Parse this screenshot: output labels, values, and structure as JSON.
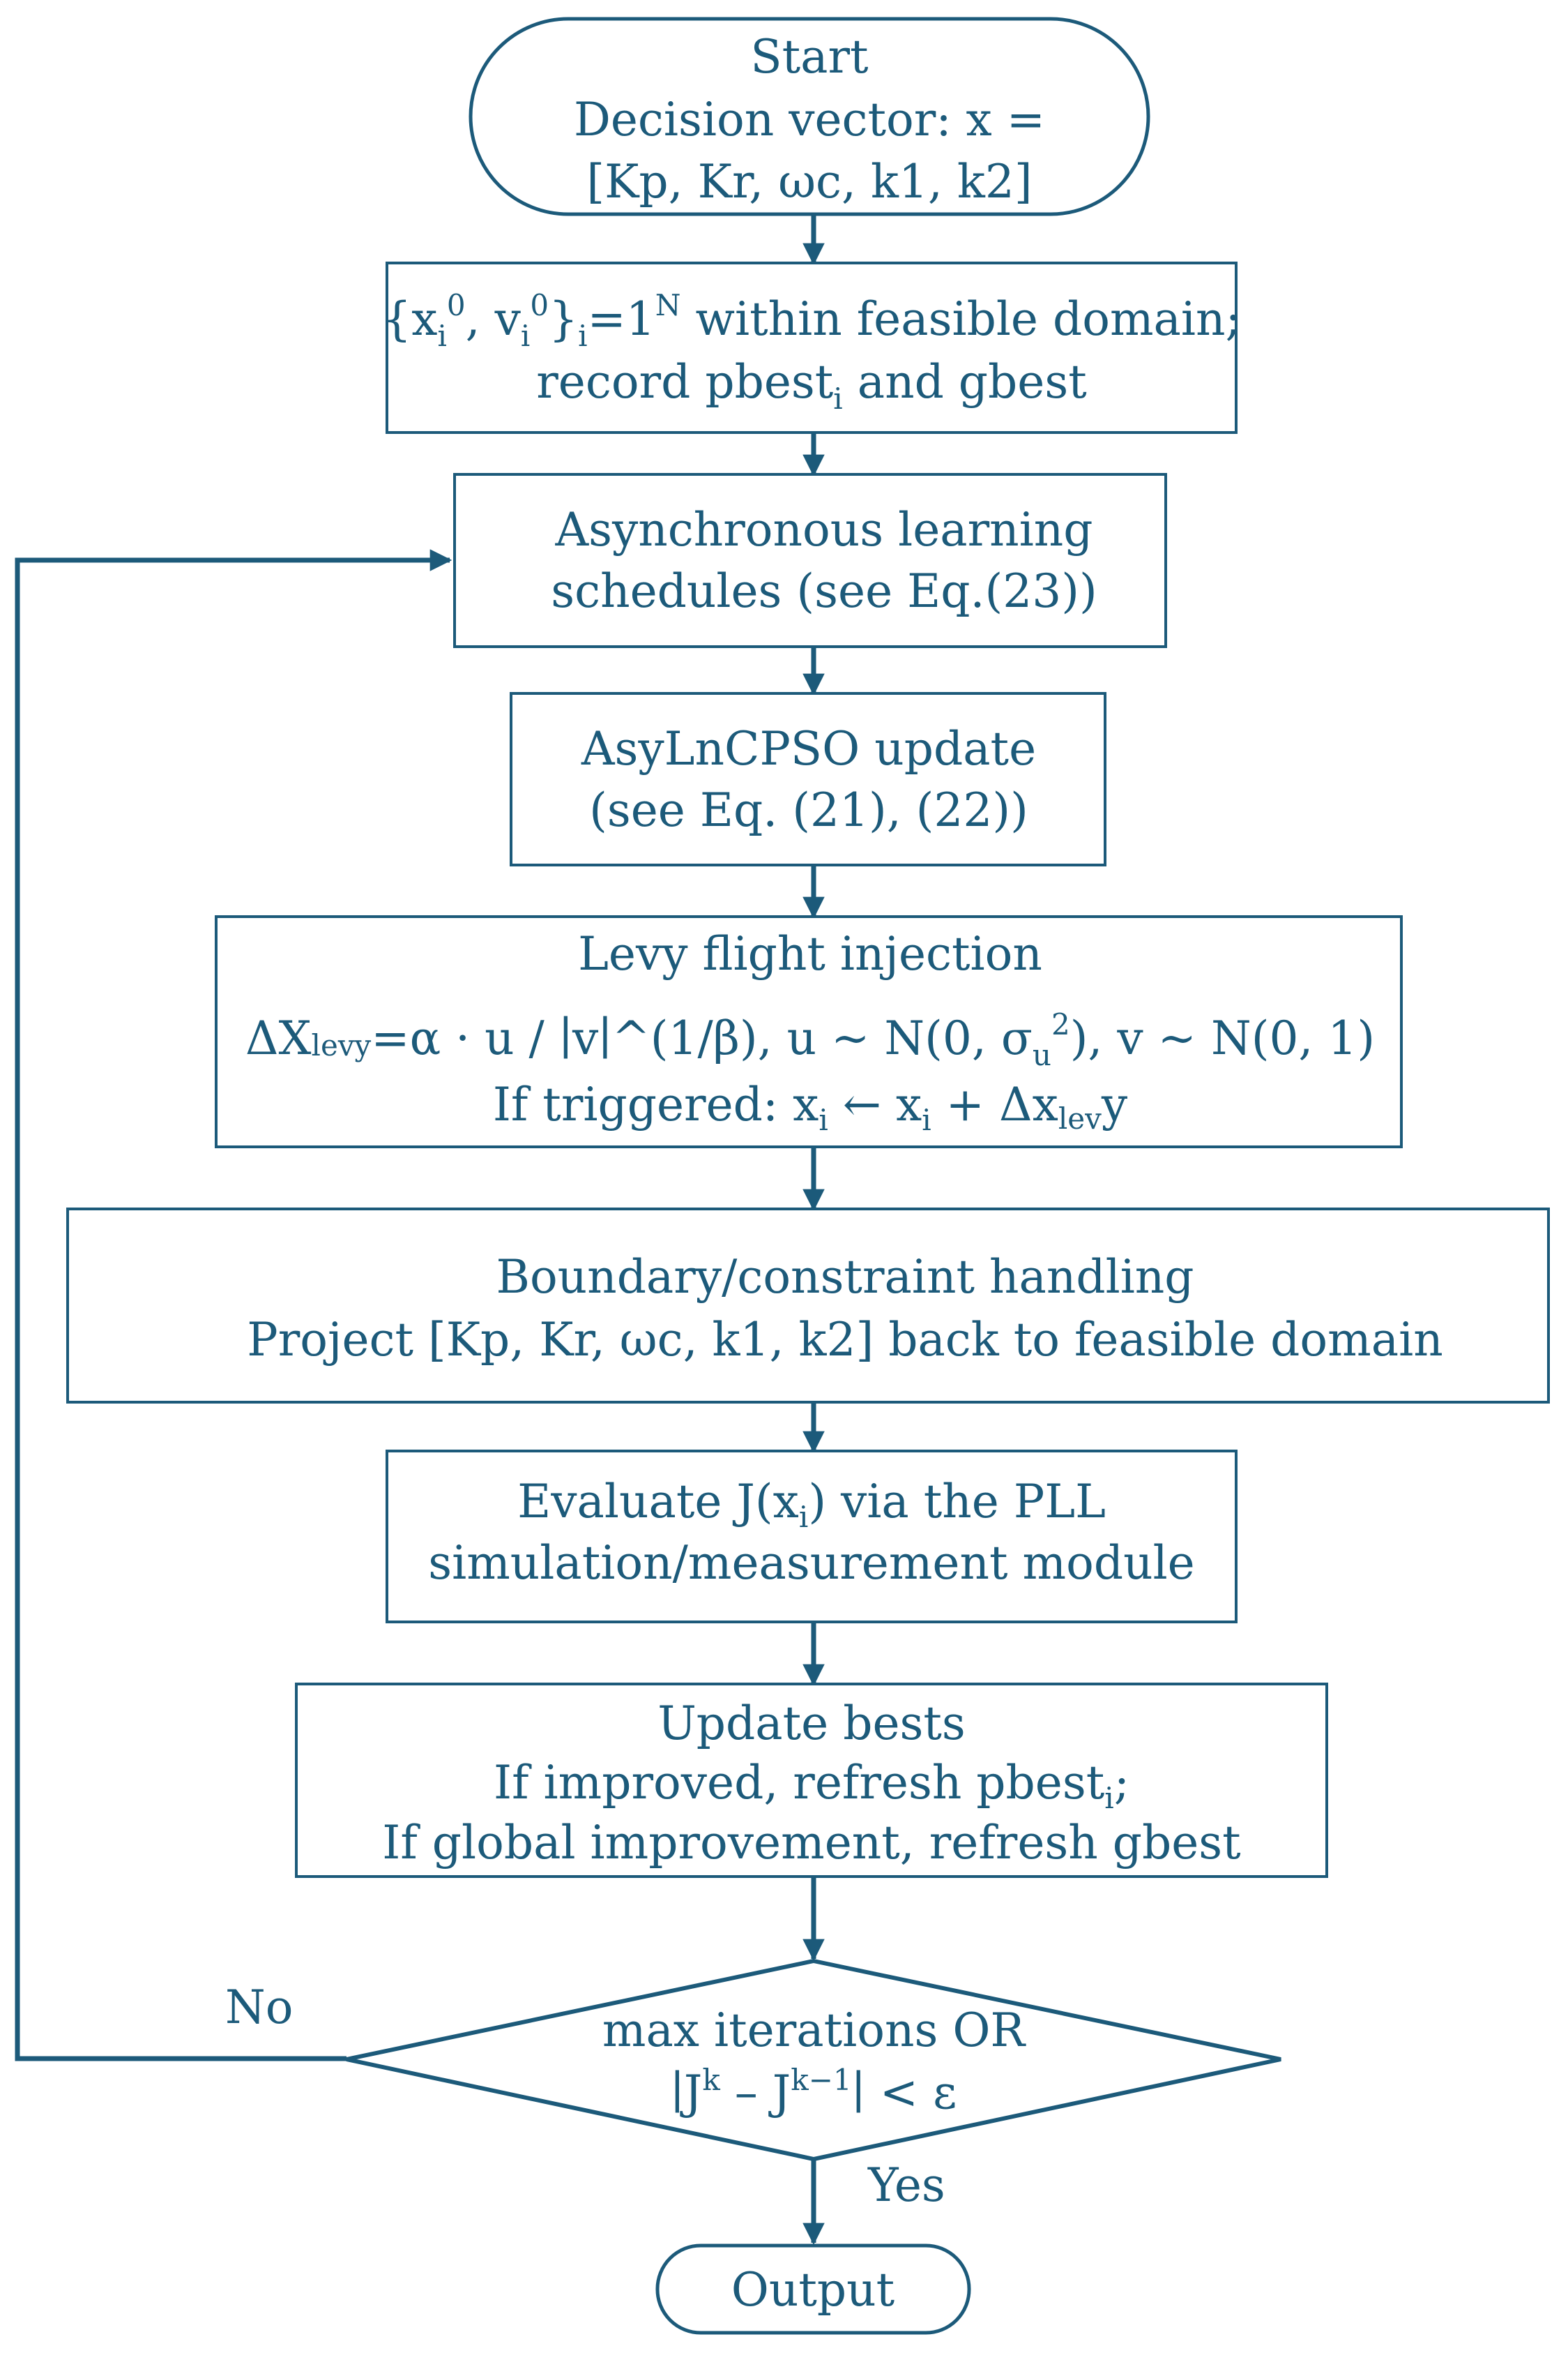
{
  "nodes": {
    "start": {
      "line1": "Start",
      "line2": "Decision vector: x =",
      "line3": "[Kp, Kr, ωc, k1, k2]"
    },
    "init": {
      "line1_a": "{x",
      "line1_sub1": "i",
      "line1_sup1": "0",
      "line1_b": ", v",
      "line1_sub2": "i",
      "line1_sup2": "0",
      "line1_c": "}",
      "line1_sub3": "i",
      "line1_d": "=1",
      "line1_sup3": "N",
      "line1_e": " within feasible domain;",
      "line2_a": "record pbest",
      "line2_sub": "i",
      "line2_b": " and gbest"
    },
    "async": {
      "line1": "Asynchronous learning",
      "line2": "schedules (see  Eq.(23))"
    },
    "update": {
      "line1": "AsyLnCPSO update",
      "line2": "(see Eq. (21), (22))"
    },
    "levy": {
      "line1": "Levy flight injection",
      "line2_a": "ΔX",
      "line2_sub": "levy",
      "line2_b": "=α · u / ∣v∣^(1/β), u ~ N(0, σ",
      "line2_sub2": "u",
      "line2_sup2": "2",
      "line2_c": "), v ~ N(0, 1)",
      "line3_a": "If triggered: x",
      "line3_sub1": "i",
      "line3_b": " ← x",
      "line3_sub2": "i",
      "line3_c": " + Δx",
      "line3_sub3": "lev",
      "line3_d": "y"
    },
    "boundary": {
      "line1": "Boundary/constraint handling",
      "line2": "Project [Kp, Kr, ωc, k1, k2] back to feasible domain"
    },
    "evaluate": {
      "line1_a": "Evaluate J(x",
      "line1_sub": "i",
      "line1_b": ") via the PLL",
      "line2": "simulation/measurement module"
    },
    "bests": {
      "line1": "Update bests",
      "line2_a": "If improved, refresh pbest",
      "line2_sub": "i",
      "line2_b": ";",
      "line3": "If global improvement, refresh gbest"
    },
    "decision": {
      "line1": "max iterations OR",
      "line2_a": "∣J",
      "line2_sup1": "k",
      "line2_b": " – J",
      "line2_sup2": "k−1",
      "line2_c": "∣ < ε"
    },
    "output": {
      "line1": "Output"
    }
  },
  "edges": {
    "no_label": "No",
    "yes_label": "Yes"
  },
  "colors": {
    "stroke": "#1c5a7a",
    "text": "#1c5a7a",
    "background": "#ffffff"
  }
}
